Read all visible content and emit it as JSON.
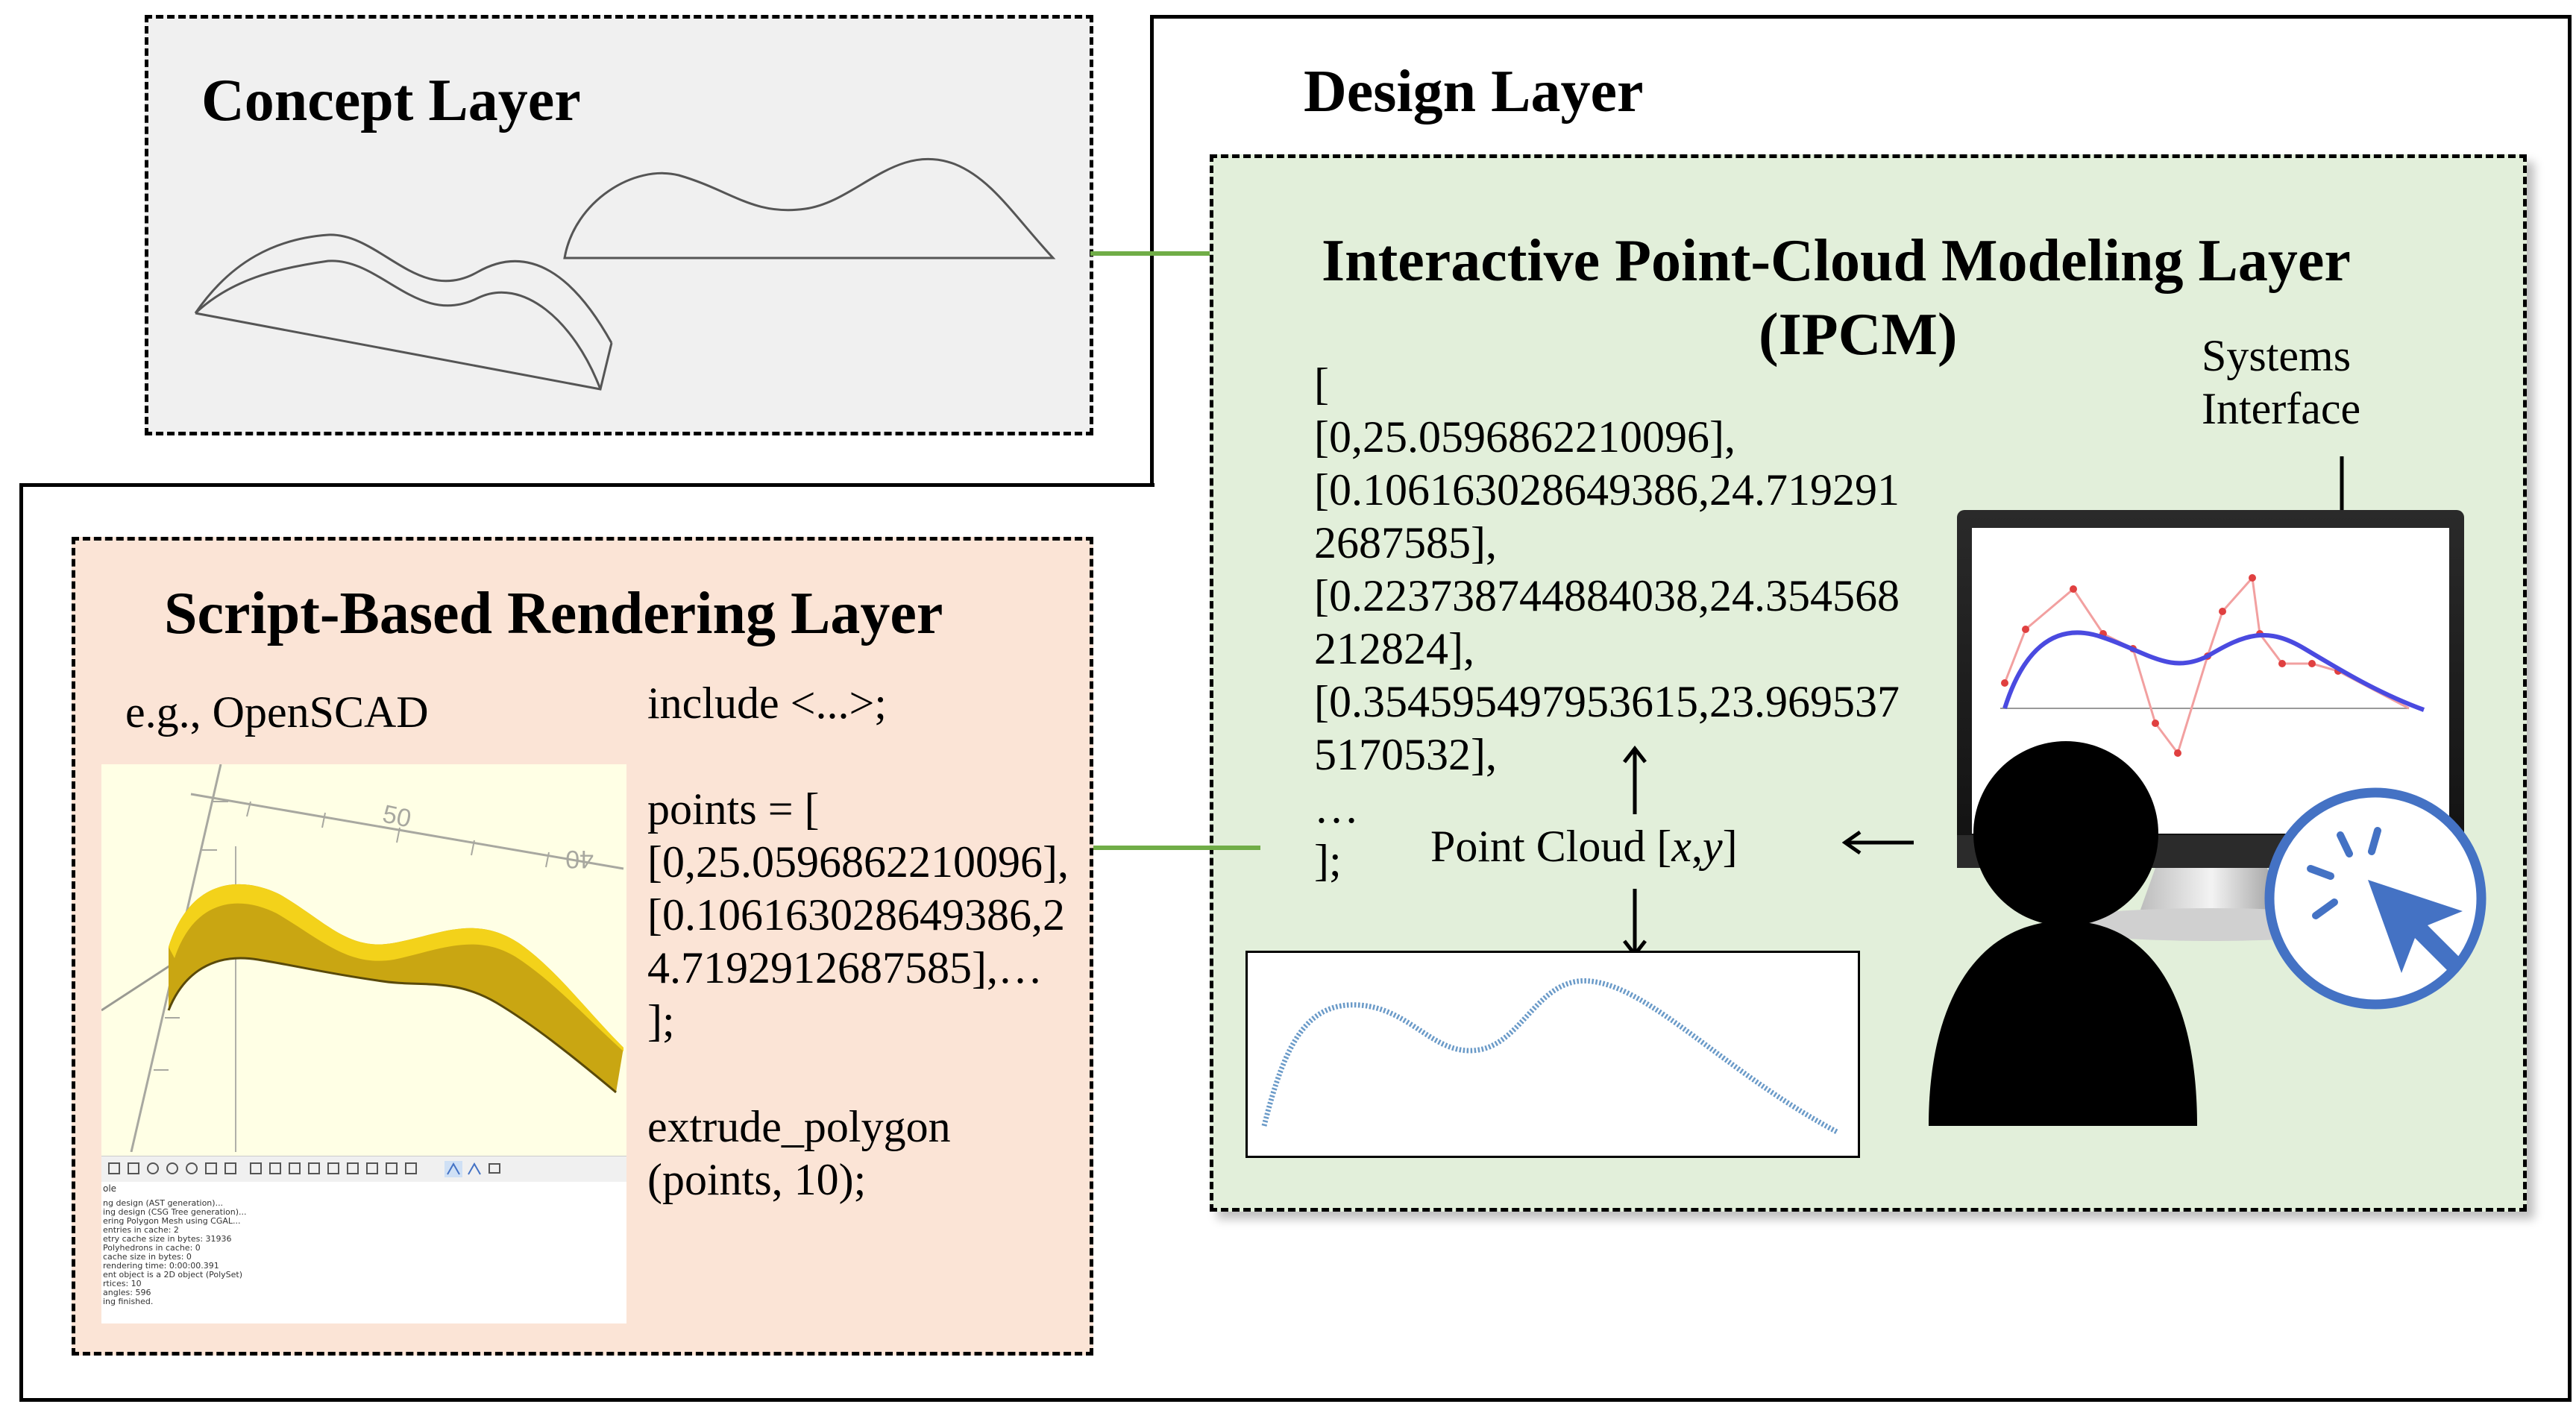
{
  "concept_layer": {
    "title": "Concept Layer"
  },
  "design_layer": {
    "title": "Design Layer",
    "ipcm": {
      "title_line1": "Interactive Point-Cloud Modeling Layer",
      "title_line2": "(IPCM)",
      "point_list_lines": [
        "[",
        "[0,25.0596862210096],",
        "[0.106163028649386,24.719291",
        "2687585],",
        "[0.223738744884038,24.354568",
        "212824],",
        "[0.354595497953615,23.969537",
        "5170532],",
        "…",
        "];"
      ],
      "point_cloud_label_prefix": "Point Cloud [",
      "point_cloud_label_x": "x",
      "point_cloud_label_comma": ",",
      "point_cloud_label_y": "y",
      "point_cloud_label_suffix": "]",
      "systems_interface_line1": "Systems",
      "systems_interface_line2": "Interface"
    }
  },
  "rendering_layer": {
    "title": "Script-Based Rendering Layer",
    "example_label": "e.g., OpenSCAD",
    "script_lines": [
      "include <...>;",
      "",
      "points = [",
      "[0,25.0596862210096],",
      "[0.106163028649386,2",
      "4.7192912687585],…",
      "];",
      "",
      "extrude_polygon",
      "(points, 10);"
    ],
    "viewport_axis_labels": [
      "50",
      "40"
    ],
    "console_lines": [
      "ng design (AST generation)...",
      "ing design (CSG Tree generation)...",
      "ering Polygon Mesh using CGAL...",
      "entries in cache: 2",
      "etry cache size in bytes: 31936",
      "Polyhedrons in cache: 0",
      "cache size in bytes: 0",
      "rendering time: 0:00:00.391",
      "ent object is a 2D object (PolySet)",
      "rtices:        10",
      "angles:       596",
      "ing finished."
    ],
    "console_header": "ole"
  },
  "colors": {
    "concept_bg": "#f0f0f0",
    "ipcm_bg": "#e2efda",
    "rendering_bg": "#fbe4d6",
    "arrow_green": "#70ad47",
    "cursor_blue": "#4472c4",
    "point_blue": "#6a9ac8",
    "curve_blue": "#4a4ae0",
    "control_red": "#e86060",
    "openscad_bg": "#ffffe5",
    "extrude_yellow": "#c9a612"
  }
}
